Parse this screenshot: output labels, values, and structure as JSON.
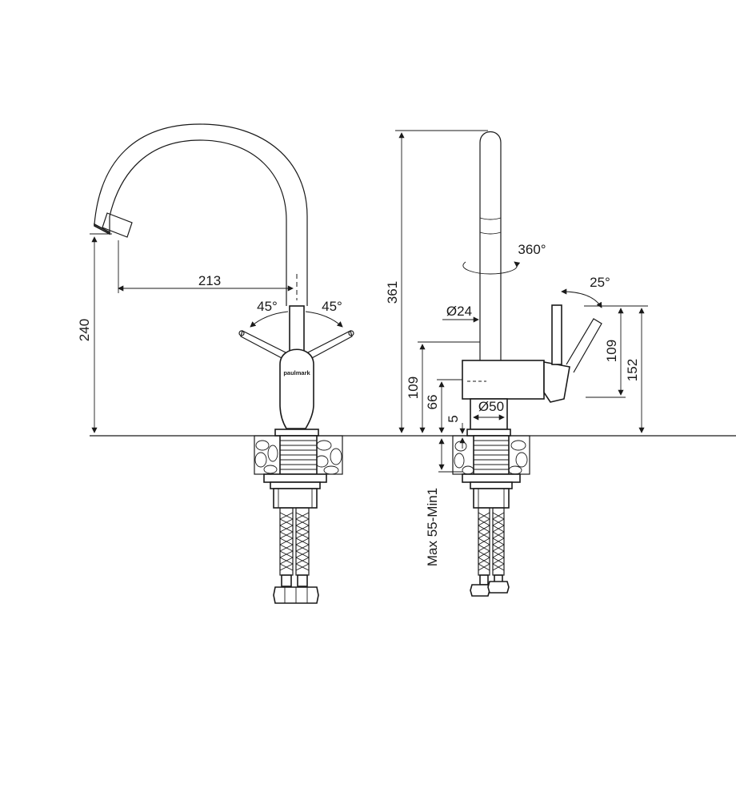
{
  "front_view": {
    "dim_reach": "213",
    "dim_height": "240",
    "angle_left": "45°",
    "angle_right": "45°",
    "logo": "paulmark"
  },
  "side_view": {
    "dim_total_height": "361",
    "rotation": "360°",
    "lever_angle": "25°",
    "dia_spout": "Ø24",
    "dim_body_height": "109",
    "dim_body_center": "66",
    "dia_base": "Ø50",
    "dim_base": "5",
    "dim_countertop": "Max 55-Min1",
    "dim_lever_109": "109",
    "dim_lever_152": "152"
  },
  "colors": {
    "line": "#1a1a1a",
    "background": "#ffffff"
  }
}
